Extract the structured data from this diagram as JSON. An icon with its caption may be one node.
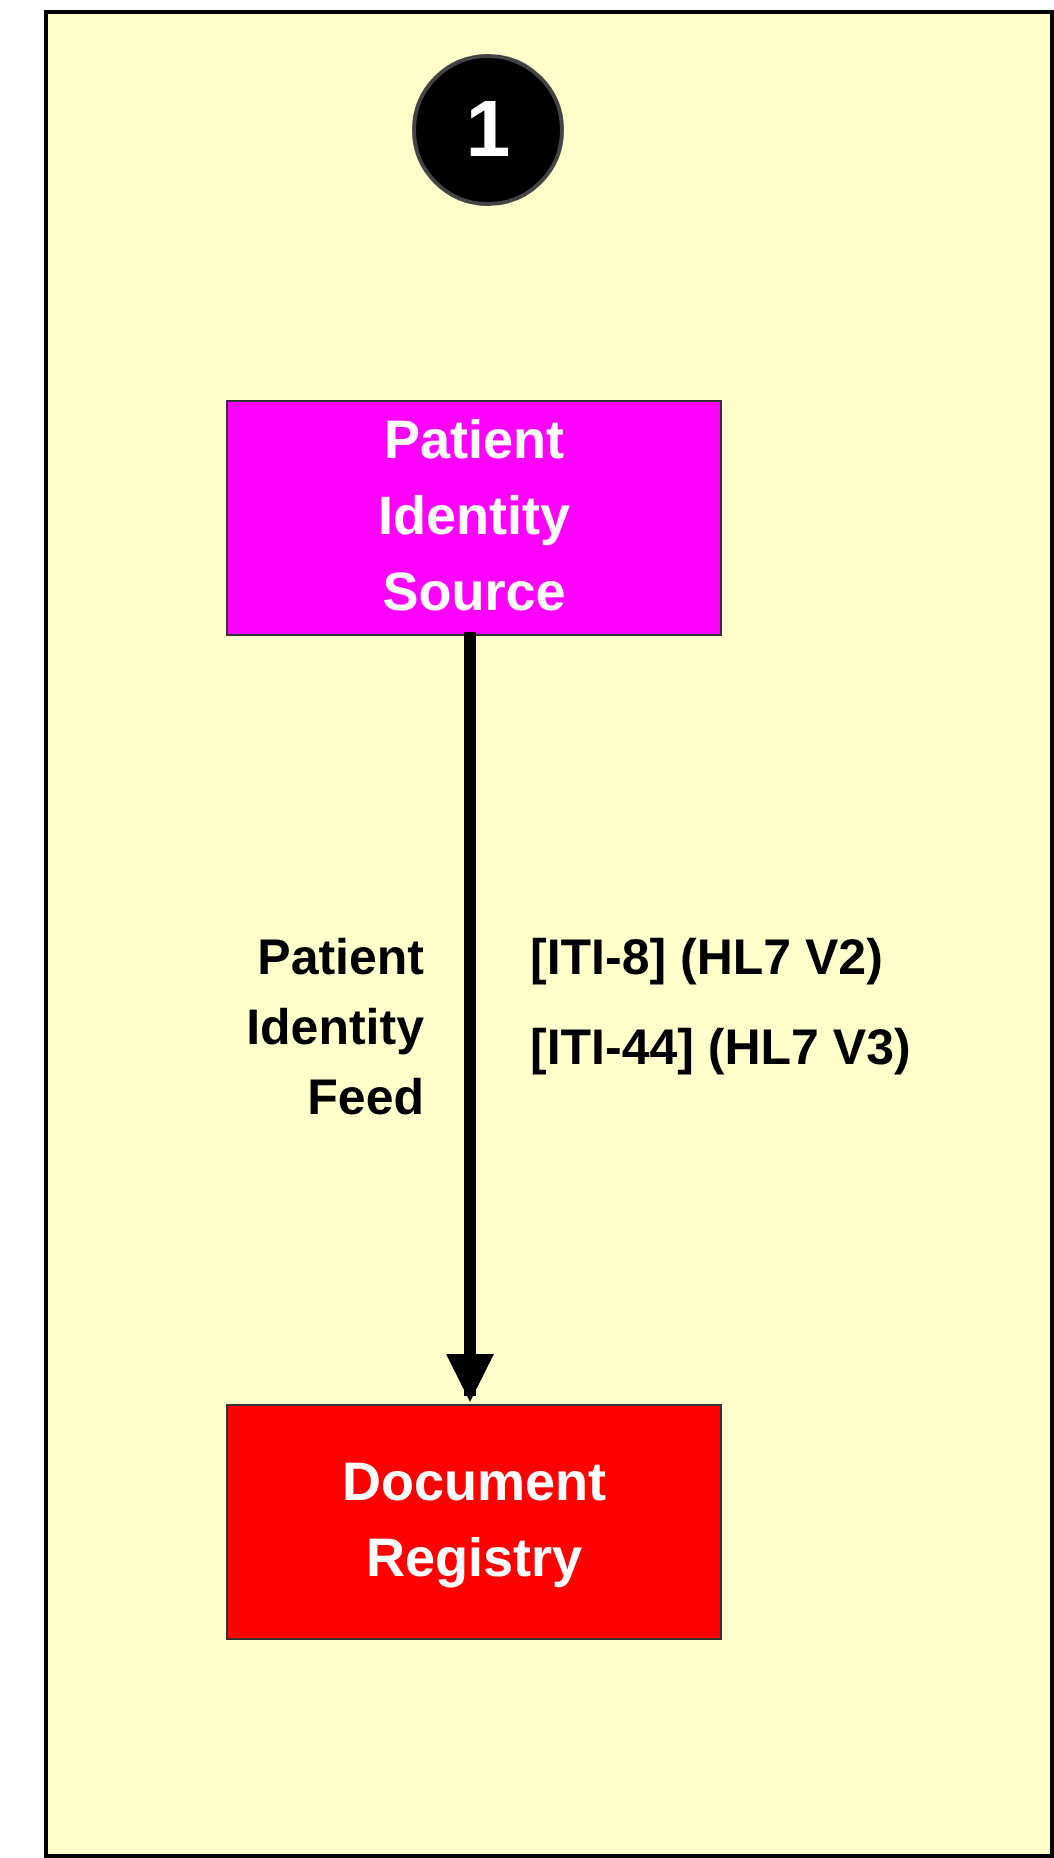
{
  "diagram": {
    "nodes": [
      {
        "text": [],
        "shape": "box"
      },
      {
        "text": [
          "1"
        ],
        "in": 0
      },
      {
        "text": [
          "Patient Identity Source"
        ],
        "in": 0
      },
      {
        "text": [
          "Document Registry"
        ],
        "in": 0
      }
    ],
    "edges": [
      {
        "from": 2,
        "to": 3,
        "arrow": "to",
        "label": "Patient Identity Feed"
      }
    ],
    "labels": [
      "[ITI-8] (HL7 V2)",
      "[ITI-44] (HL7 V3)"
    ]
  }
}
